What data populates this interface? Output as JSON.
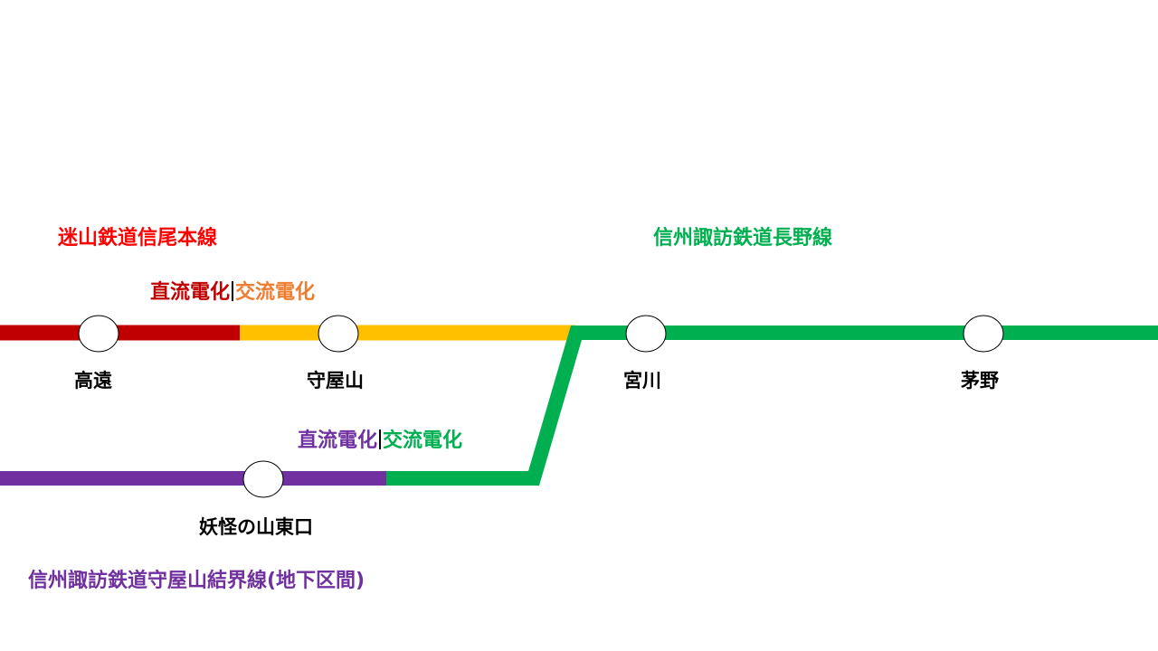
{
  "colors": {
    "red_line": "#C00000",
    "yellow_line": "#FFC000",
    "green_line": "#00B050",
    "purple_line": "#7030A0",
    "red_title": "#FF0000",
    "dc_dark_red": "#C00000",
    "ac_orange": "#ED7D31",
    "station_fill": "#FFFFFF",
    "station_stroke": "#000000"
  },
  "lines": {
    "meizan": {
      "name": "迷山鉄道信尾本線"
    },
    "nagano": {
      "name": "信州諏訪鉄道長野線"
    },
    "kekkai": {
      "name": "信州諏訪鉄道守屋山結界線(地下区間)"
    }
  },
  "electrification": {
    "upper": {
      "dc": "直流電化",
      "ac": "交流電化"
    },
    "lower": {
      "dc": "直流電化",
      "ac": "交流電化"
    }
  },
  "stations": [
    {
      "id": "takato",
      "name": "高遠"
    },
    {
      "id": "moriyasan",
      "name": "守屋山"
    },
    {
      "id": "miyagawa",
      "name": "宮川"
    },
    {
      "id": "chino",
      "name": "茅野"
    },
    {
      "id": "youkai",
      "name": "妖怪の山東口"
    }
  ]
}
